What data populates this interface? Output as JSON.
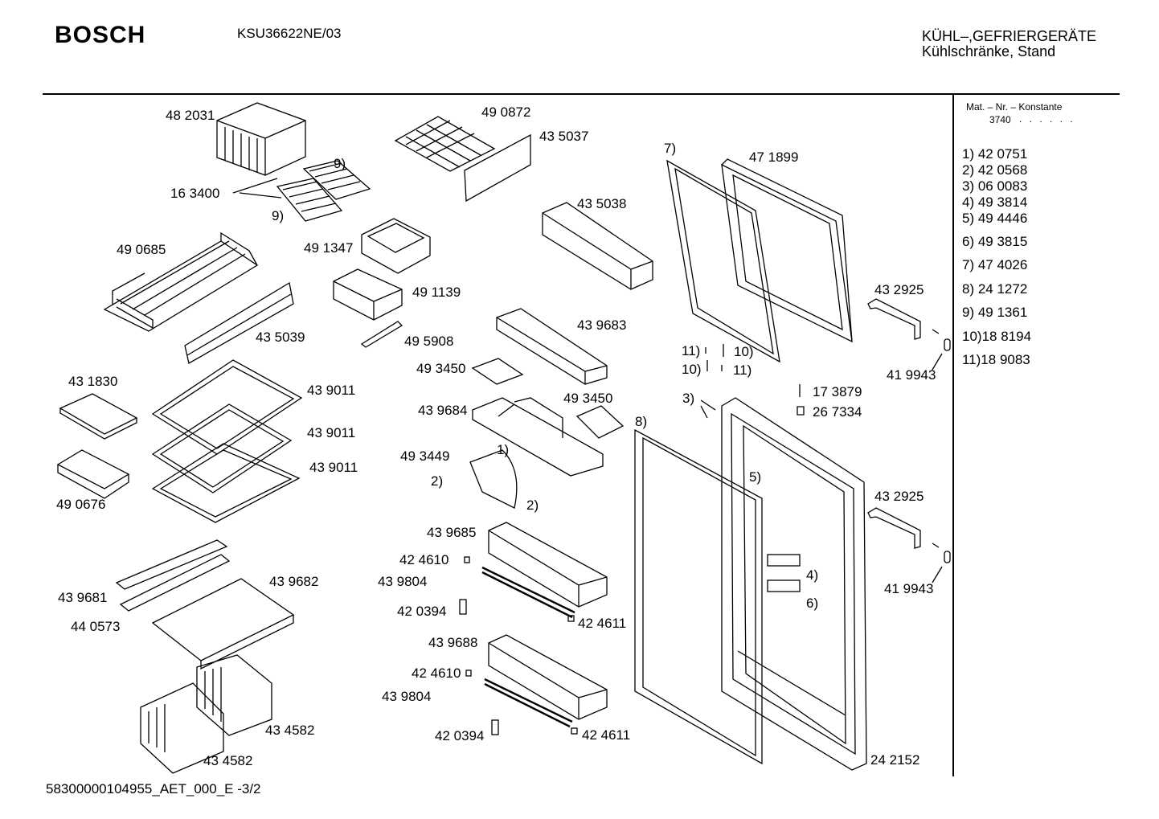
{
  "header": {
    "brand": "BOSCH",
    "model": "KSU36622NE/03",
    "category_line1": "KÜHL–,GEFRIERGERÄTE",
    "category_line2": "Kühlschränke, Stand"
  },
  "footer": {
    "doc_id": "58300000104955_AET_000_E -3/2"
  },
  "legend": {
    "title": "Mat. – Nr. – Konstante",
    "code": "3740",
    "dots": ". .   . . . .",
    "items": [
      "1)  42 0751",
      "2)  42 0568",
      "3)  06 0083",
      "4)  49 3814",
      "5)  49 4446",
      "6)  49 3815",
      "7)  47 4026",
      "8)  24 1272",
      "9)  49 1361",
      "10)18 8194",
      "11)18 9083"
    ]
  },
  "parts": {
    "p482031": "48 2031",
    "p163400": "16 3400",
    "p9a": "9)",
    "p9b": "9)",
    "p490685": "49 0685",
    "p491347": "49 1347",
    "p491139": "49 1139",
    "p435039": "43 5039",
    "p495908": "49 5908",
    "p490872": "49 0872",
    "p435037": "43 5037",
    "p435038": "43 5038",
    "p439683": "43 9683",
    "p493450a": "49 3450",
    "p493450b": "49 3450",
    "p439684": "43 9684",
    "p431830": "43 1830",
    "p439011a": "43 9011",
    "p439011b": "43 9011",
    "p439011c": "43 9011",
    "p490676": "49 0676",
    "p493449": "49 3449",
    "p1": "1)",
    "p2a": "2)",
    "p2b": "2)",
    "p439685": "43 9685",
    "p424610a": "42 4610",
    "p439804a": "43 9804",
    "p420394a": "42 0394",
    "p424611a": "42 4611",
    "p439688": "43 9688",
    "p424610b": "42 4610",
    "p439804b": "43 9804",
    "p420394b": "42 0394",
    "p424611b": "42 4611",
    "p439681": "43 9681",
    "p440573": "44 0573",
    "p439682": "43 9682",
    "p434582a": "43 4582",
    "p434582b": "43 4582",
    "p7": "7)",
    "p471899": "47 1899",
    "p432925a": "43 2925",
    "p419943a": "41 9943",
    "p11a": "11)",
    "p10a": "10)",
    "p10b": "10)",
    "p11b": "11)",
    "p3": "3)",
    "p173879": "17 3879",
    "p267334": "26 7334",
    "p8": "8)",
    "p5": "5)",
    "p4": "4)",
    "p6": "6)",
    "p432925b": "43 2925",
    "p419943b": "41 9943",
    "p242152": "24 2152"
  }
}
